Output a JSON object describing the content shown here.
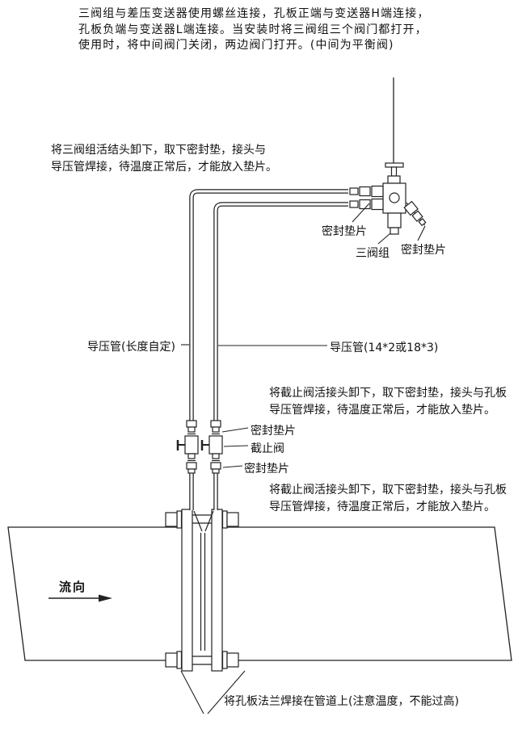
{
  "canvas": {
    "background": "#ffffff",
    "line_color": "#222222",
    "text_color": "#111111"
  },
  "notes": {
    "top": {
      "lines": [
        "三阀组与差压变送器使用螺丝连接，孔板正端与变送器H端连接，",
        "孔板负端与变送器L端连接。当安装时将三阀组三个阀门都打开，",
        "使用时，将中间阀门关闭，两边阀门打开。(中间为平衡阀)"
      ]
    },
    "manifold": {
      "lines": [
        "将三阀组活结头卸下，取下密封垫，接头与",
        "导压管焊接，待温度正常后，才能放入垫片。"
      ]
    },
    "upper_valve": {
      "lines": [
        "将截止阀活接头卸下，取下密封垫，接头与孔板",
        "导压管焊接，待温度正常后，才能放入垫片。"
      ]
    },
    "lower_valve": {
      "lines": [
        "将截止阀活接头卸下，取下密封垫，接头与孔板",
        "导压管焊接，待温度正常后，才能放入垫片。"
      ]
    },
    "bottom": "将孔板法兰焊接在管道上(注意温度，不能过高)"
  },
  "labels": {
    "seal_gasket_left": "密封垫片",
    "three_valve_manifold": "三阀组",
    "seal_gasket_right": "密封垫片",
    "impulse_pipe_left": "导压管(长度自定)",
    "impulse_pipe_right": "导压管(14*2或18*3)",
    "seal_gasket_upper": "密封垫片",
    "stop_valve": "截止阀",
    "seal_gasket_lower": "密封垫片",
    "flow_direction": "流向"
  }
}
